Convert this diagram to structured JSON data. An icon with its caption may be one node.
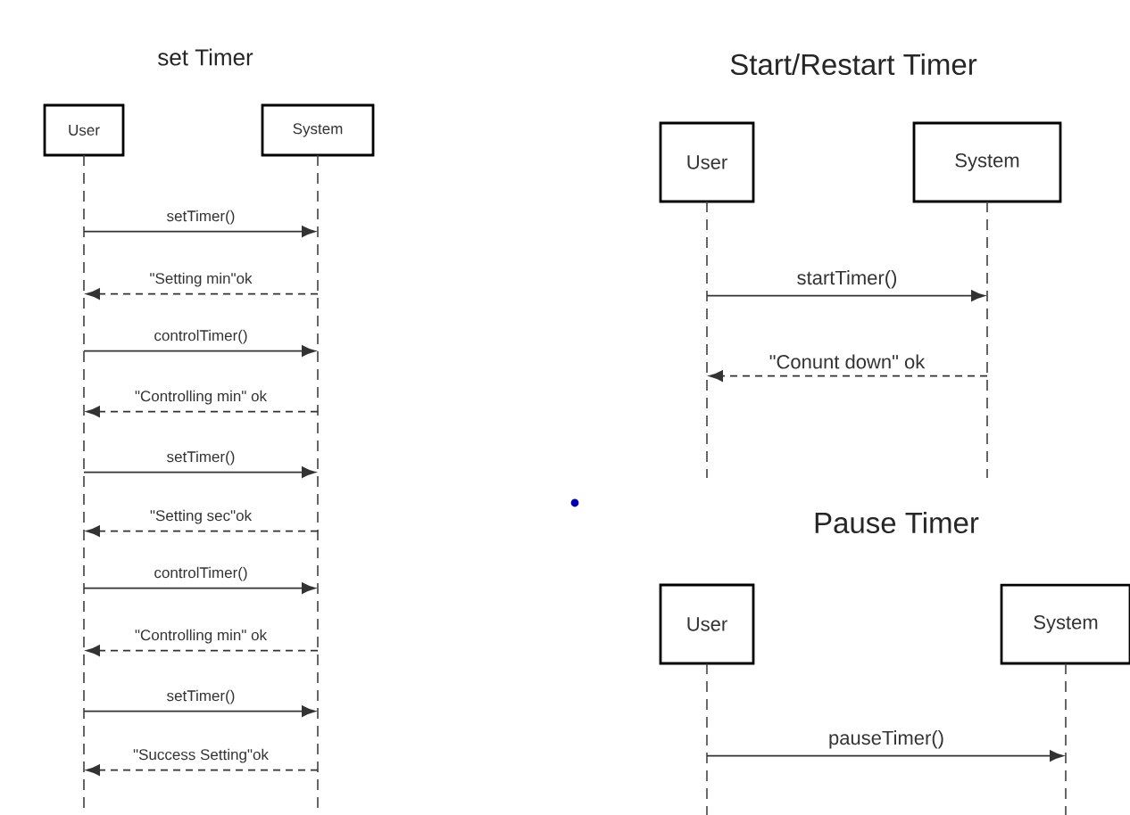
{
  "diagram": {
    "nodes": [
      {
        "text": [
          "User"
        ]
      },
      {
        "text": [
          "System"
        ]
      },
      {
        "text": [],
        "shape": "line"
      },
      {
        "text": [],
        "shape": "line"
      },
      {
        "text": [
          "User"
        ]
      },
      {
        "text": [
          "System"
        ]
      },
      {
        "text": [],
        "shape": "line"
      },
      {
        "text": [],
        "shape": "line"
      },
      {
        "text": [
          "User"
        ]
      },
      {
        "text": [
          "System"
        ]
      },
      {
        "text": [],
        "shape": "line"
      },
      {
        "text": [],
        "shape": "line"
      }
    ],
    "edges": [
      {
        "from": 2,
        "to": 3,
        "arrow": "to",
        "label": "setTimer()"
      },
      {
        "from": 3,
        "to": 2,
        "arrow": "to",
        "label": "\"Setting min\"ok",
        "style": "dashed"
      },
      {
        "from": 2,
        "to": 3,
        "arrow": "to",
        "label": "controlTimer()"
      },
      {
        "from": 3,
        "to": 2,
        "arrow": "to",
        "label": "\"Controlling min\" ok",
        "style": "dashed"
      },
      {
        "from": 2,
        "to": 3,
        "arrow": "to",
        "label": "setTimer()"
      },
      {
        "from": 3,
        "to": 2,
        "arrow": "to",
        "label": "\"Setting sec\"ok",
        "style": "dashed"
      },
      {
        "from": 2,
        "to": 3,
        "arrow": "to",
        "label": "controlTimer()"
      },
      {
        "from": 3,
        "to": 2,
        "arrow": "to",
        "label": "\"Controlling min\" ok",
        "style": "dashed"
      },
      {
        "from": 2,
        "to": 3,
        "arrow": "to",
        "label": "setTimer()"
      },
      {
        "from": 3,
        "to": 2,
        "arrow": "to",
        "label": "\"Success Setting\"ok",
        "style": "dashed"
      },
      {
        "from": 6,
        "to": 7,
        "arrow": "to",
        "label": "startTimer()"
      },
      {
        "from": 7,
        "to": 6,
        "arrow": "to",
        "label": "\"Conunt down\" ok",
        "style": "dashed"
      },
      {
        "from": 10,
        "to": 11,
        "arrow": "to",
        "label": "pauseTimer()"
      }
    ],
    "labels": [
      "set Timer",
      "Start/Restart Timer",
      "Pause Timer"
    ]
  }
}
